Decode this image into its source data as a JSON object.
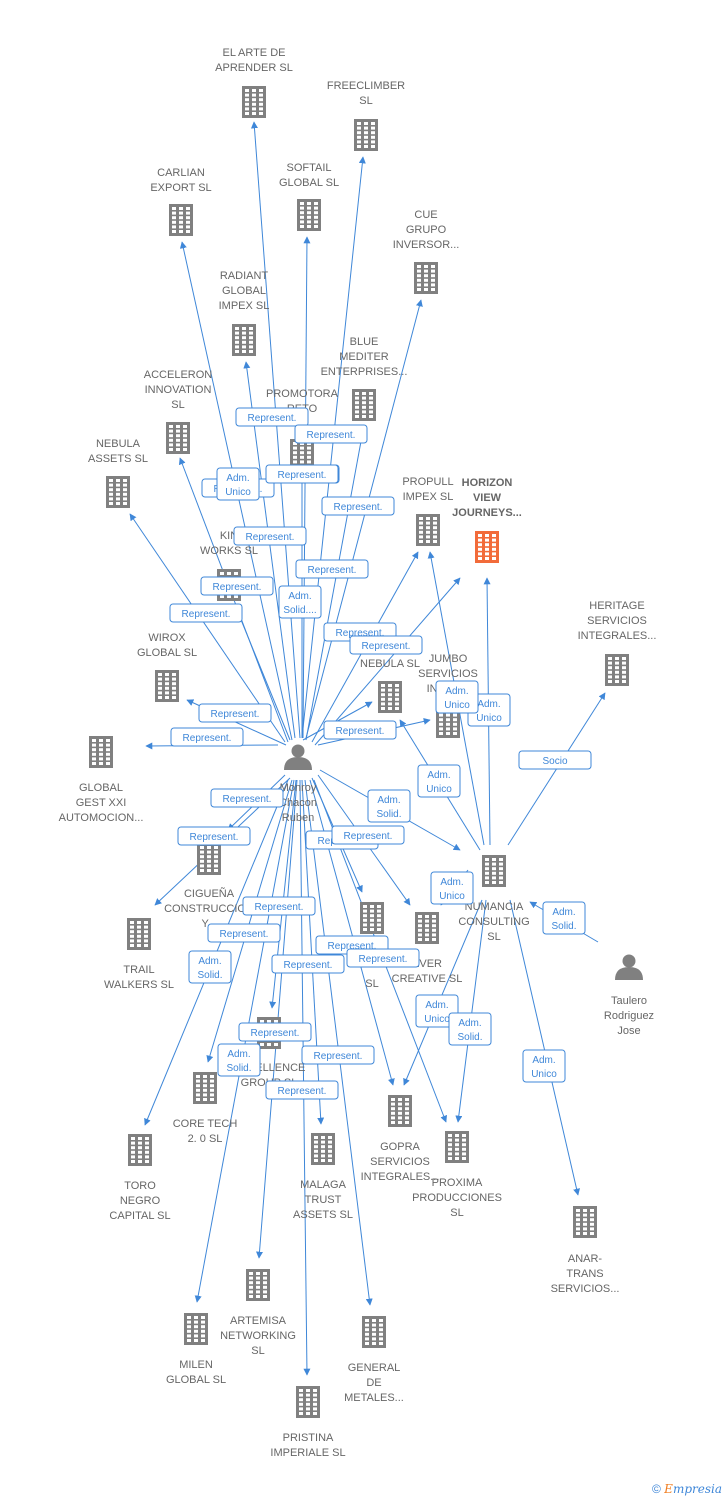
{
  "colors": {
    "edge": "#3f87d8",
    "building": "#808080",
    "highlight": "#f26b3a",
    "person": "#808080",
    "text": "#666666"
  },
  "footer": {
    "copyright_symbol": "©",
    "brand_first": "E",
    "brand_rest": "mpresia"
  },
  "nodes": [
    {
      "id": "el-arte",
      "type": "company",
      "label": [
        "EL ARTE DE",
        "APRENDER  SL"
      ]
    },
    {
      "id": "freeclimber",
      "type": "company",
      "label": [
        "FREECLIMBER",
        "SL"
      ]
    },
    {
      "id": "carlian",
      "type": "company",
      "label": [
        "CARLIAN",
        "EXPORT SL"
      ]
    },
    {
      "id": "softail",
      "type": "company",
      "label": [
        "SOFTAIL",
        "GLOBAL  SL"
      ]
    },
    {
      "id": "cue",
      "type": "company",
      "label": [
        "CUE",
        "GRUPO",
        "INVERSOR..."
      ]
    },
    {
      "id": "radiant",
      "type": "company",
      "label": [
        "RADIANT",
        "GLOBAL",
        "IMPEX  SL"
      ]
    },
    {
      "id": "blue",
      "type": "company",
      "label": [
        "BLUE",
        "MEDITER",
        "ENTERPRISES..."
      ]
    },
    {
      "id": "acceleron",
      "type": "company",
      "label": [
        "ACCELERON",
        "INNOVATION",
        "SL"
      ]
    },
    {
      "id": "promotora",
      "type": "company",
      "label": [
        "PROMOTORA",
        "RETO"
      ]
    },
    {
      "id": "nebula-assets",
      "type": "company",
      "label": [
        "NEBULA",
        "ASSETS  SL"
      ]
    },
    {
      "id": "propull",
      "type": "company",
      "label": [
        "PROPULL",
        "IMPEX  SL"
      ]
    },
    {
      "id": "horizon",
      "type": "company",
      "highlight": true,
      "label": [
        "HORIZON",
        "VIEW",
        "JOURNEYS..."
      ]
    },
    {
      "id": "kin",
      "type": "company",
      "label": [
        "KIN",
        "WORKS  SL"
      ]
    },
    {
      "id": "heritage",
      "type": "company",
      "label": [
        "HERITAGE",
        "SERVICIOS",
        "INTEGRALES..."
      ]
    },
    {
      "id": "wirox",
      "type": "company",
      "label": [
        "WIROX",
        "GLOBAL  SL"
      ]
    },
    {
      "id": "nebula",
      "type": "company",
      "label": [
        "NEBULA  SL"
      ]
    },
    {
      "id": "jumbo",
      "type": "company",
      "label": [
        "JUMBO",
        "SERVICIOS",
        "INTEG..."
      ]
    },
    {
      "id": "global-gest",
      "type": "company",
      "label": [
        "GLOBAL",
        "GEST XXI",
        "AUTOMOCION..."
      ]
    },
    {
      "id": "monroy",
      "type": "person",
      "label": [
        "Monroy",
        "Chacon",
        "Ruben"
      ]
    },
    {
      "id": "ciguena",
      "type": "company",
      "label": [
        "CIGUEÑA",
        "CONSTRUCCION",
        "Y..."
      ]
    },
    {
      "id": "numancia",
      "type": "company",
      "label": [
        "NUMANCIA",
        "CONSULTING",
        "SL"
      ]
    },
    {
      "id": "trail",
      "type": "company",
      "label": [
        "TRAIL",
        "WALKERS  SL"
      ]
    },
    {
      "id": "sl-mid",
      "type": "company",
      "label": [
        "SL"
      ]
    },
    {
      "id": "ever",
      "type": "company",
      "label": [
        "EVER",
        "CREATIVE  SL"
      ]
    },
    {
      "id": "taulero",
      "type": "person",
      "label": [
        "Taulero",
        "Rodriguez",
        "Jose"
      ]
    },
    {
      "id": "excellence",
      "type": "company",
      "label": [
        "EXCELLENCE",
        "GROUP  SL"
      ]
    },
    {
      "id": "core-tech",
      "type": "company",
      "label": [
        "CORE TECH",
        "2. 0  SL"
      ]
    },
    {
      "id": "gopra",
      "type": "company",
      "label": [
        "GOPRA",
        "SERVICIOS",
        "INTEGRALES..."
      ]
    },
    {
      "id": "toro",
      "type": "company",
      "label": [
        "TORO",
        "NEGRO",
        "CAPITAL  SL"
      ]
    },
    {
      "id": "malaga",
      "type": "company",
      "label": [
        "MALAGA",
        "TRUST",
        "ASSETS  SL"
      ]
    },
    {
      "id": "proxima",
      "type": "company",
      "label": [
        "PROXIMA",
        "PRODUCCIONES",
        "SL"
      ]
    },
    {
      "id": "anar",
      "type": "company",
      "label": [
        "ANAR-",
        "TRANS",
        "SERVICIOS..."
      ]
    },
    {
      "id": "artemisa",
      "type": "company",
      "label": [
        "ARTEMISA",
        "NETWORKING",
        "SL"
      ]
    },
    {
      "id": "milen",
      "type": "company",
      "label": [
        "MILEN",
        "GLOBAL  SL"
      ]
    },
    {
      "id": "general",
      "type": "company",
      "label": [
        "GENERAL",
        "DE",
        "METALES..."
      ]
    },
    {
      "id": "pristina",
      "type": "company",
      "label": [
        "PRISTINA",
        "IMPERIALE  SL"
      ]
    }
  ],
  "edges": [
    {
      "from": "monroy",
      "to": "el-arte",
      "label": "Represent."
    },
    {
      "from": "monroy",
      "to": "freeclimber",
      "label": "Represent."
    },
    {
      "from": "monroy",
      "to": "carlian",
      "label": "Represent."
    },
    {
      "from": "monroy",
      "to": "softail",
      "label": "Represent."
    },
    {
      "from": "monroy",
      "to": "cue",
      "label": "Represent."
    },
    {
      "from": "monroy",
      "to": "radiant",
      "label": "Represent."
    },
    {
      "from": "monroy",
      "to": "blue",
      "label": "Represent."
    },
    {
      "from": "monroy",
      "to": "acceleron",
      "label": "Adm. Unico"
    },
    {
      "from": "monroy",
      "to": "promotora",
      "label": "Represent."
    },
    {
      "from": "monroy",
      "to": "nebula-assets",
      "label": "Represent."
    },
    {
      "from": "monroy",
      "to": "propull",
      "label": "Represent."
    },
    {
      "from": "monroy",
      "to": "horizon",
      "label": "Represent."
    },
    {
      "from": "monroy",
      "to": "kin",
      "label": "Represent."
    },
    {
      "from": "monroy",
      "to": "wirox",
      "label": "Represent."
    },
    {
      "from": "monroy",
      "to": "nebula",
      "label": "Adm. Solid...."
    },
    {
      "from": "monroy",
      "to": "jumbo",
      "label": "Represent."
    },
    {
      "from": "monroy",
      "to": "global-gest",
      "label": "Represent."
    },
    {
      "from": "monroy",
      "to": "ciguena",
      "label": "Represent."
    },
    {
      "from": "monroy",
      "to": "numancia",
      "label": "Adm. Solid."
    },
    {
      "from": "monroy",
      "to": "trail",
      "label": "Represent."
    },
    {
      "from": "monroy",
      "to": "sl-mid",
      "label": "Represent."
    },
    {
      "from": "monroy",
      "to": "ever",
      "label": "Represent."
    },
    {
      "from": "monroy",
      "to": "excellence",
      "label": "Represent."
    },
    {
      "from": "monroy",
      "to": "core-tech",
      "label": "Represent."
    },
    {
      "from": "monroy",
      "to": "gopra",
      "label": "Represent."
    },
    {
      "from": "monroy",
      "to": "toro",
      "label": "Adm. Solid."
    },
    {
      "from": "monroy",
      "to": "malaga",
      "label": "Represent."
    },
    {
      "from": "monroy",
      "to": "proxima",
      "label": "Represent."
    },
    {
      "from": "monroy",
      "to": "artemisa",
      "label": "Represent."
    },
    {
      "from": "monroy",
      "to": "milen",
      "label": "Adm. Solid."
    },
    {
      "from": "monroy",
      "to": "general",
      "label": "Represent."
    },
    {
      "from": "monroy",
      "to": "pristina",
      "label": "Represent."
    },
    {
      "from": "numancia",
      "to": "horizon",
      "label": "Adm. Unico"
    },
    {
      "from": "numancia",
      "to": "propull",
      "label": "Adm. Unico"
    },
    {
      "from": "numancia",
      "to": "heritage",
      "label": "Socio"
    },
    {
      "from": "numancia",
      "to": "nebula",
      "label": "Adm. Unico"
    },
    {
      "from": "numancia",
      "to": "gopra",
      "label": "Adm. Unico"
    },
    {
      "from": "numancia",
      "to": "proxima",
      "label": "Adm. Solid."
    },
    {
      "from": "numancia",
      "to": "anar",
      "label": "Adm. Unico"
    },
    {
      "from": "numancia",
      "to": "ever",
      "label": "Adm. Unico"
    },
    {
      "from": "taulero",
      "to": "numancia",
      "label": "Adm. Solid."
    }
  ]
}
